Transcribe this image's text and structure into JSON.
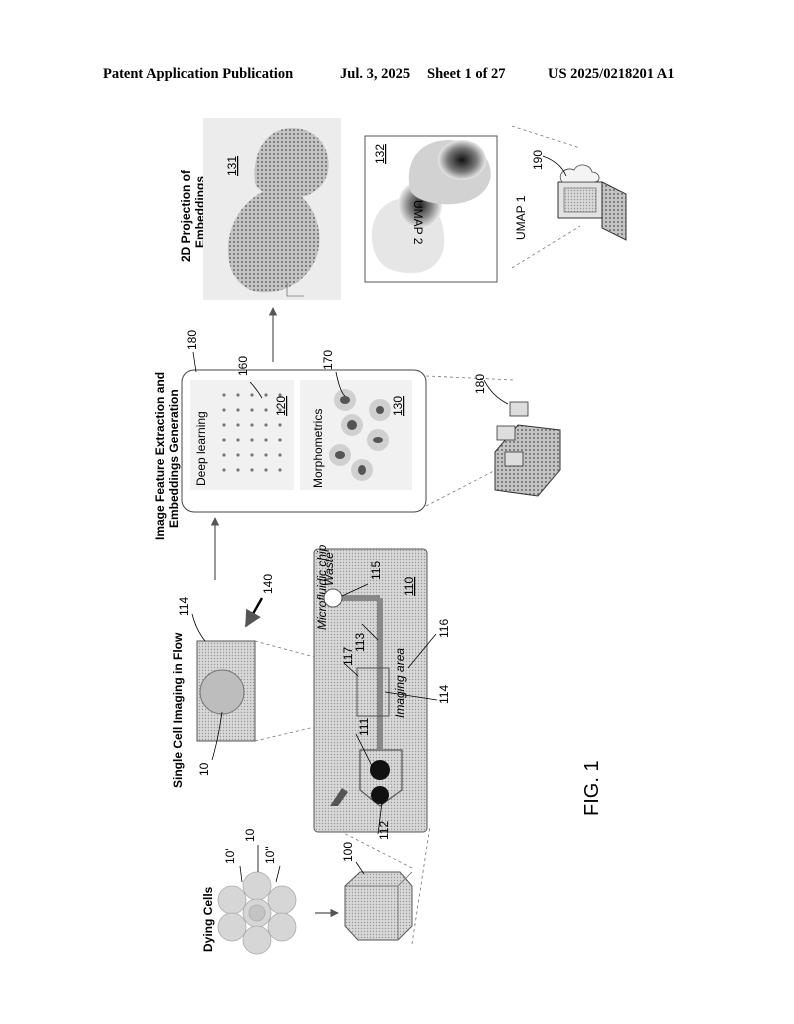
{
  "header": {
    "publication": "Patent Application Publication",
    "date": "Jul. 3, 2025",
    "sheet": "Sheet 1 of 27",
    "number": "US 2025/0218201 A1"
  },
  "figure": {
    "caption": "FIG. 1",
    "dying_cells": {
      "title": "Dying Cells",
      "ref_a": "10'",
      "ref_b": "10",
      "ref_c": "10\"",
      "ref_block": "100"
    },
    "imaging": {
      "title": "Single Cell Imaging in Flow",
      "ref_cell": "10",
      "ref_window": "114",
      "ref_arrow": "140"
    },
    "chip": {
      "label": "Microfluidic chip",
      "ref": "110",
      "waste": "Waste",
      "imaging_area": "Imaging area",
      "ref_111": "111",
      "ref_112": "112",
      "ref_113": "113",
      "ref_114": "114",
      "ref_115": "115",
      "ref_116": "116",
      "ref_117": "117"
    },
    "extraction": {
      "title_line1": "Image Feature Extraction and",
      "title_line2": "Embeddings Generation",
      "ref_box": "180",
      "deep_learning": "Deep learning",
      "ref_120": "120",
      "ref_160": "160",
      "morphometrics": "Morphometrics",
      "ref_130": "130",
      "ref_170": "170",
      "ref_server": "180"
    },
    "projection": {
      "title_line1": "2D Projection of",
      "title_line2": "Embeddings",
      "ref_131": "131",
      "ref_132": "132",
      "umap1": "UMAP 1",
      "umap2": "UMAP 2",
      "ref_190": "190"
    }
  }
}
